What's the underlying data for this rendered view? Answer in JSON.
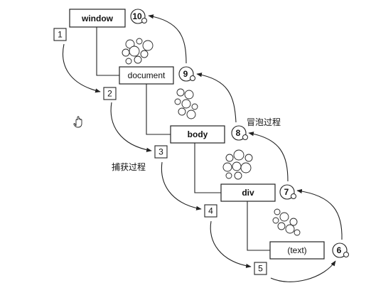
{
  "nodes": {
    "window": "window",
    "document": "document",
    "body": "body",
    "div": "div",
    "text": "(text)"
  },
  "capture_steps": [
    "1",
    "2",
    "3",
    "4",
    "5"
  ],
  "bubble_steps": [
    "6",
    "7",
    "8",
    "9",
    "10"
  ],
  "labels": {
    "capture": "捕获过程",
    "bubble": "冒泡过程"
  }
}
